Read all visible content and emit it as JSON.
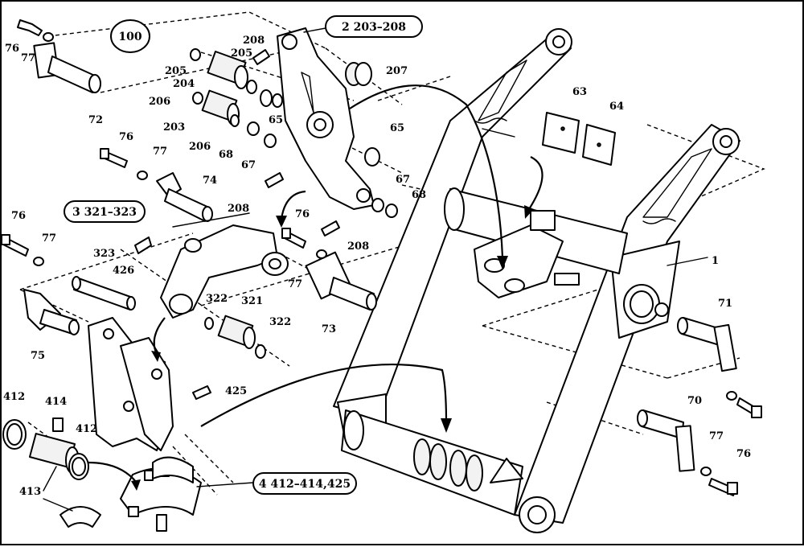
{
  "callouts": {
    "sheet": "100",
    "ref_2": "2 203–208",
    "ref_3": "3 321–323",
    "ref_4": "4 412–414,425"
  },
  "labels": {
    "l76a": "76",
    "l77a": "77",
    "l72": "72",
    "l205a": "205",
    "l204": "204",
    "l208a": "208",
    "l205b": "205",
    "l206a": "206",
    "l203": "203",
    "l206b": "206",
    "l68a": "68",
    "l67a": "67",
    "l65a": "65",
    "l207": "207",
    "l65b": "65",
    "l63": "63",
    "l64": "64",
    "l76b": "76",
    "l77b": "77",
    "l74": "74",
    "l208b": "208",
    "l67b": "67",
    "l68b": "68",
    "l76c": "76",
    "l77c": "77",
    "l323": "323",
    "l426": "426",
    "l76d": "76",
    "l208c": "208",
    "l77d": "77",
    "l322a": "322",
    "l321": "321",
    "l322b": "322",
    "l73": "73",
    "l75": "75",
    "l1": "1",
    "l71": "71",
    "l425": "425",
    "l412a": "412",
    "l414": "414",
    "l412b": "412",
    "l413": "413",
    "l70": "70",
    "l77e": "77",
    "l76e": "76"
  }
}
